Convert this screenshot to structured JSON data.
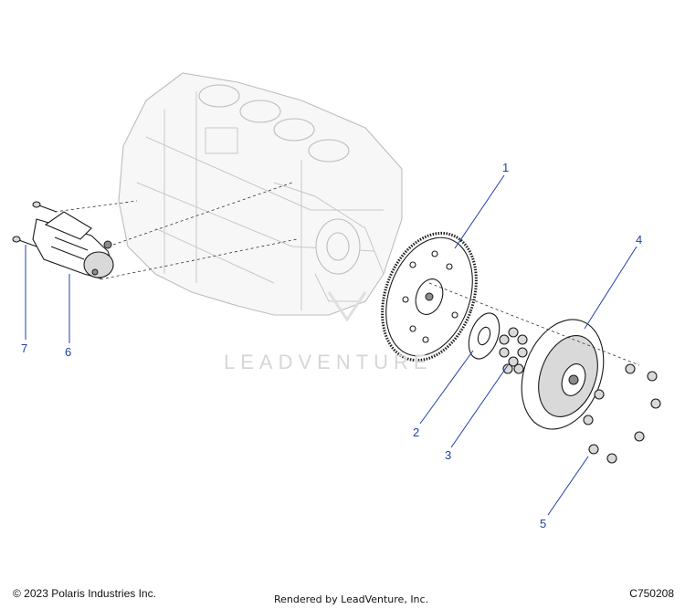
{
  "callouts": [
    {
      "number": "1"
    },
    {
      "number": "2"
    },
    {
      "number": "3"
    },
    {
      "number": "4"
    },
    {
      "number": "5"
    },
    {
      "number": "6"
    },
    {
      "number": "7"
    }
  ],
  "watermark": "LEADVENTURE",
  "footer": {
    "copyright": "© 2023 Polaris Industries Inc.",
    "rendered_by": "Rendered by LeadVenture, Inc.",
    "drawing_number": "C750208"
  },
  "colors": {
    "callout": "#1f3fa8",
    "line_art": "#1a1a1a",
    "engine_ghost": "#bdbdbd"
  }
}
